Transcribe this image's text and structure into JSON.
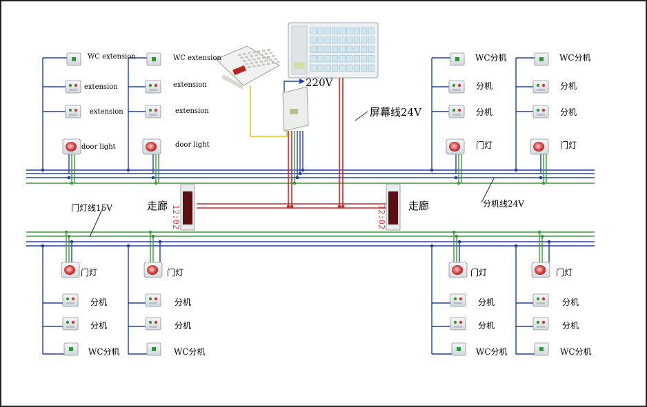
{
  "labels": {
    "power": "220V",
    "screen_line": "屏幕线24V",
    "extension_line": "分机线24V",
    "door_light_line": "门灯线15V",
    "corridor_left": "走廊",
    "corridor_right": "走廊",
    "display_left": "12:02",
    "display_right": "12:02"
  },
  "colors": {
    "blue": "#1f3fa8",
    "green": "#3a9a3a",
    "red": "#d02424",
    "yellow": "#f0c000",
    "frame": "#222222"
  },
  "groups": [
    {
      "items": [
        "WC extension",
        "extension",
        "extension",
        "door light"
      ]
    },
    {
      "items": [
        "WC  extension",
        "extension",
        "extension",
        "door light"
      ]
    },
    {
      "items": [
        "WC分机",
        "分机",
        "分机",
        "门灯"
      ]
    },
    {
      "items": [
        "WC分机",
        "分机",
        "分机",
        "门灯"
      ]
    },
    {
      "items": [
        "门灯",
        "分机",
        "分机",
        "WC分机"
      ]
    },
    {
      "items": [
        "门灯",
        "分机",
        "分机",
        "WC分机"
      ]
    },
    {
      "items": [
        "门灯",
        "分机",
        "分机",
        "WC分机"
      ]
    },
    {
      "items": [
        "门灯",
        "分机",
        "分机",
        "WC分机"
      ]
    }
  ]
}
